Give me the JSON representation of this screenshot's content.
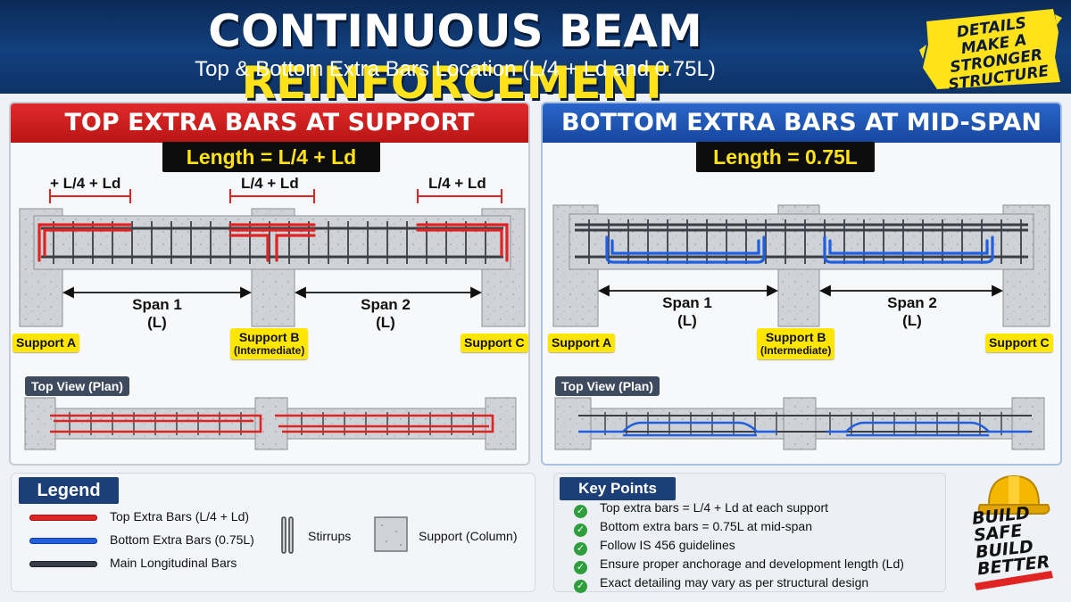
{
  "header": {
    "title_main": "CONTINUOUS BEAM ",
    "title_accent": "REINFORCEMENT",
    "subtitle": "Top & Bottom Extra Bars Location (L/4 + Ld and 0.75L)",
    "badge_lines": [
      "DETAILS",
      "MAKE A",
      "STRONGER",
      "STRUCTURE"
    ]
  },
  "left_panel": {
    "heading": "TOP EXTRA BARS AT SUPPORT",
    "length": "Length = L/4 + Ld",
    "dim_labels": [
      "+ L/4 + Ld",
      "L/4 + Ld",
      "L/4 + Ld"
    ],
    "span1": "Span 1",
    "span1_sub": "(L)",
    "span2": "Span 2",
    "span2_sub": "(L)",
    "support_a": "Support A",
    "support_b": "Support B",
    "support_b_sub": "(Intermediate)",
    "support_c": "Support C",
    "top_view": "Top View (Plan)"
  },
  "right_panel": {
    "heading": "BOTTOM EXTRA BARS AT MID-SPAN",
    "length": "Length = 0.75L",
    "span1": "Span 1",
    "span1_sub": "(L)",
    "span2": "Span 2",
    "span2_sub": "(L)",
    "support_a": "Support A",
    "support_b": "Support B",
    "support_b_sub": "(Intermediate)",
    "support_c": "Support C",
    "top_view": "Top View (Plan)"
  },
  "legend": {
    "title": "Legend",
    "top_bars": "Top Extra Bars (L/4 + Ld)",
    "bottom_bars": "Bottom Extra Bars (0.75L)",
    "main_bars": "Main Longitudinal Bars",
    "stirrups": "Stirrups",
    "support": "Support (Column)"
  },
  "key_points": {
    "title": "Key Points",
    "items": [
      "Top extra bars = L/4 + Ld at each support",
      "Bottom extra bars = 0.75L at mid-span",
      "Follow IS 456 guidelines",
      "Ensure proper anchorage and development length (Ld)",
      "Exact detailing may vary as per structural design"
    ]
  },
  "slogan": [
    "BUILD",
    "SAFE",
    "BUILD",
    "BETTER"
  ],
  "colors": {
    "top_bar": "#e02424",
    "bottom_bar": "#1f5fe0",
    "main_bar": "#3a3f47",
    "accent_yellow": "#ffe21a"
  }
}
